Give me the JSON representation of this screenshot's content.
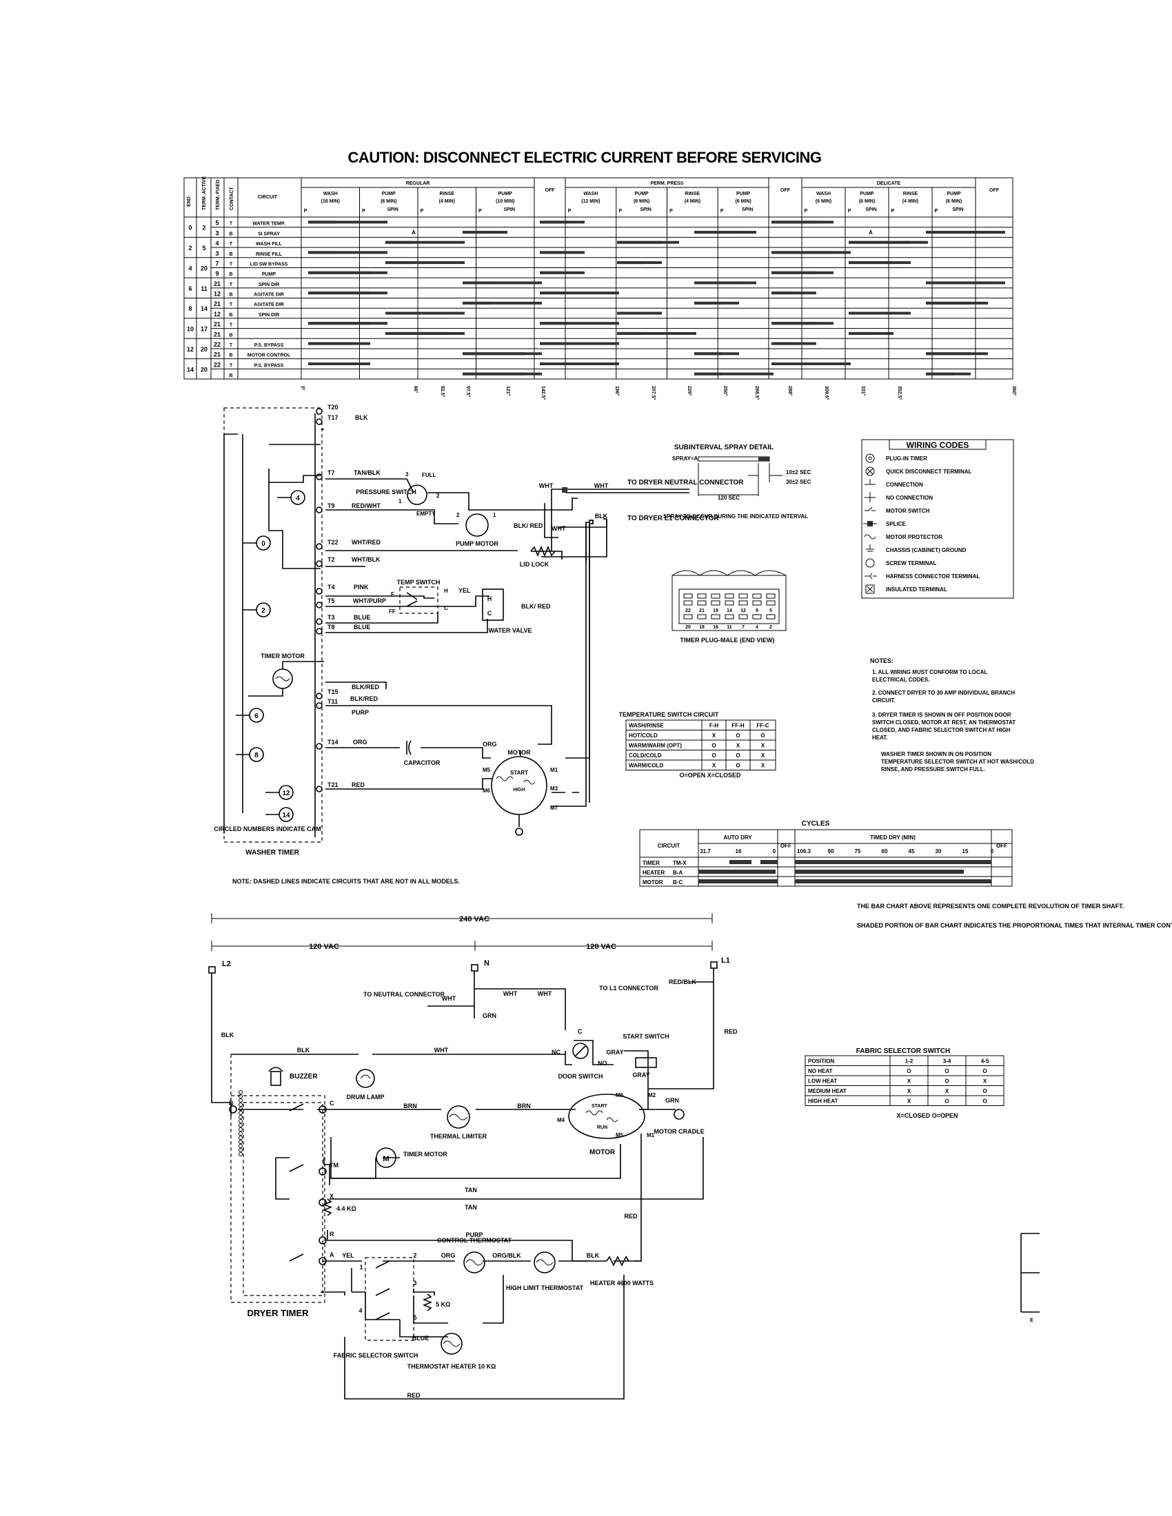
{
  "caution": "CAUTION: DISCONNECT ELECTRIC CURRENT BEFORE SERVICING",
  "washer_chart": {
    "col_headers": [
      "END",
      "TERM. ACTIVE",
      "TERM. FIXED",
      "CONTACT",
      "CIRCUIT"
    ],
    "cycles": [
      {
        "name": "REGULAR",
        "segments": [
          [
            "WASH",
            "(16 MIN)"
          ],
          [
            "PUMP",
            "(6 MIN)",
            "SPIN"
          ],
          [
            "RINSE",
            "(4 MIN)"
          ],
          [
            "PUMP",
            "(10 MIN)",
            "SPIN"
          ]
        ]
      },
      {
        "name": "OFF"
      },
      {
        "name": "PERM. PRESS",
        "segments": [
          [
            "WASH",
            "(12 MIN)"
          ],
          [
            "PUMP",
            "(6 MIN)",
            "SPIN"
          ],
          [
            "RINSE",
            "(4 MIN)"
          ],
          [
            "PUMP",
            "(6 MIN)",
            "SPIN"
          ]
        ]
      },
      {
        "name": "OFF"
      },
      {
        "name": "DELICATE",
        "segments": [
          [
            "WASH",
            "(6 MIN)"
          ],
          [
            "PUMP",
            "(6 MIN)",
            "SPIN"
          ],
          [
            "RINSE",
            "(4 MIN)"
          ],
          [
            "PUMP",
            "(6 MIN)",
            "SPIN"
          ]
        ]
      },
      {
        "name": "OFF"
      }
    ],
    "rows": [
      {
        "end": "0",
        "active": "2",
        "fixed": "5",
        "contact": "T",
        "circuit": "WATER TEMP."
      },
      {
        "end": "",
        "active": "",
        "fixed": "3",
        "contact": "B",
        "circuit": "SI SPRAY"
      },
      {
        "end": "2",
        "active": "5",
        "fixed": "4",
        "contact": "T",
        "circuit": "WASH FILL"
      },
      {
        "end": "",
        "active": "",
        "fixed": "3",
        "contact": "B",
        "circuit": "RINSE FILL"
      },
      {
        "end": "4",
        "active": "20",
        "fixed": "7",
        "contact": "T",
        "circuit": "LID SW BYPASS"
      },
      {
        "end": "",
        "active": "",
        "fixed": "9",
        "contact": "B",
        "circuit": "PUMP"
      },
      {
        "end": "6",
        "active": "11",
        "fixed": "21",
        "contact": "T",
        "circuit": "SPIN DIR"
      },
      {
        "end": "",
        "active": "",
        "fixed": "12",
        "contact": "B",
        "circuit": "AGITATE DIR"
      },
      {
        "end": "8",
        "active": "14",
        "fixed": "21",
        "contact": "T",
        "circuit": "AGITATE DIR"
      },
      {
        "end": "",
        "active": "",
        "fixed": "12",
        "contact": "B",
        "circuit": "SPIN DIR"
      },
      {
        "end": "10",
        "active": "17",
        "fixed": "21",
        "contact": "T",
        "circuit": ""
      },
      {
        "end": "",
        "active": "",
        "fixed": "21",
        "contact": "B",
        "circuit": ""
      },
      {
        "end": "12",
        "active": "20",
        "fixed": "22",
        "contact": "T",
        "circuit": "P.S. BYPASS"
      },
      {
        "end": "",
        "active": "",
        "fixed": "21",
        "contact": "B",
        "circuit": "MOTOR CONTROL"
      },
      {
        "end": "14",
        "active": "20",
        "fixed": "22",
        "contact": "T",
        "circuit": "P.S. BYPASS"
      },
      {
        "end": "",
        "active": "",
        "fixed": "",
        "contact": "B",
        "circuit": ""
      }
    ],
    "degree_marks": [
      "0°",
      "66°",
      "82.5°",
      "97.5°",
      "121°",
      "142.5°",
      "186°",
      "207.5°",
      "229°",
      "250°",
      "268.5°",
      "288°",
      "309.5°",
      "331°",
      "352.5°",
      "360°"
    ],
    "spray_marker": "A"
  },
  "washer_schematic": {
    "terminals": [
      "T20",
      "T17",
      "T7",
      "T9",
      "T22",
      "T2",
      "T4",
      "T5",
      "T3",
      "T8",
      "T15",
      "T11",
      "T14",
      "T21"
    ],
    "wires": [
      "BLK",
      "TAN/BLK",
      "RED/WHT",
      "WHT/RED",
      "WHT/BLK",
      "PINK",
      "WHT/PURP",
      "BLUE",
      "BLUE",
      "BLK/RED",
      "BLK/RED",
      "PURP",
      "ORG",
      "RED",
      "WHT",
      "WHT",
      "BLK",
      "BLK/ RED",
      "WHT",
      "YEL",
      "BLK/ RED",
      "ORG"
    ],
    "cams": [
      "4",
      "0",
      "2",
      "6",
      "8",
      "12",
      "14"
    ],
    "pressure_switch": "PRESSURE SWITCH",
    "full": "FULL",
    "empty": "EMPTY",
    "pump_motor": "PUMP MOTOR",
    "lid_lock": "LID LOCK",
    "temp_switch": "TEMP SWITCH",
    "water_valve": "WATER VALVE",
    "timer_motor": "TIMER MOTOR",
    "capacitor": "CAPACITOR",
    "motor": "MOTOR",
    "start": "START",
    "high": "HIGH",
    "motor_pins": [
      "M5",
      "M6",
      "M1",
      "M3",
      "M7"
    ],
    "cam_note": "CIRCLED NUMBERS INDICATE CAM",
    "washer_timer": "WASHER TIMER",
    "to_neutral": "TO DRYER NEUTRAL CONNECTOR",
    "to_l1": "TO DRYER L1 CONNECTOR",
    "dashed_note": "NOTE: DASHED LINES INDICATE CIRCUITS THAT ARE NOT IN ALL MODELS."
  },
  "spray_detail": {
    "title": "SUBINTERVAL SPRAY DETAIL",
    "spray_label": "SPRAY=A",
    "on_time": "10±2 SEC",
    "off_time": "30±2 SEC",
    "interval": "120 SEC",
    "caption": "SPRAY TO OCCUR DURING THE INDICATED INTERVAL"
  },
  "timer_plug": {
    "caption": "TIMER PLUG-MALE (END VIEW)",
    "top_row": [
      "22",
      "21",
      "19",
      "14",
      "12",
      "9",
      "5"
    ],
    "bottom_row": [
      "20",
      "18",
      "16",
      "11",
      "7",
      "4",
      "2"
    ]
  },
  "wiring_codes": {
    "title": "WIRING CODES",
    "items": [
      "PLUG-IN TIMER",
      "QUICK DISCONNECT TERMINAL",
      "CONNECTION",
      "NO CONNECTION",
      "MOTOR SWITCH",
      "SPLICE",
      "MOTOR PROTECTOR",
      "CHASSIS (CABINET) GROUND",
      "SCREW TERMINAL",
      "HARNESS CONNECTOR TERMINAL",
      "INSULATED TERMINAL"
    ]
  },
  "notes": {
    "title": "NOTES:",
    "items": [
      "1. ALL WIRING MUST CONFORM TO LOCAL ELECTRICAL CODES.",
      "2. CONNECT DRYER TO 30 AMP INDIVIDUAL BRANCH CIRCUIT.",
      "3. DRYER TIMER IS SHOWN IN OFF POSITION DOOR SWITCH CLOSED, MOTOR AT REST, AN THERMOSTAT CLOSED, AND FABRIC SELECTOR SWITCH AT HIGH HEAT.",
      "WASHER TIMER SHOWN IN ON POSITION TEMPERATURE SELECTOR SWITCH AT HOT WASH/COLD RINSE, AND PRESSURE SWITCH FULL."
    ]
  },
  "temp_switch_table": {
    "title": "TEMPERATURE SWITCH CIRCUIT",
    "headers": [
      "WASH/RINSE",
      "F-H",
      "FF-H",
      "FF-C"
    ],
    "rows": [
      [
        "HOT/COLD",
        "X",
        "O",
        "O"
      ],
      [
        "WARM/WARM (OPT)",
        "O",
        "X",
        "X"
      ],
      [
        "COLD/COLD",
        "O",
        "O",
        "X"
      ],
      [
        "WARM/COLD",
        "X",
        "O",
        "X"
      ]
    ],
    "legend": "O=OPEN    X=CLOSED"
  },
  "dryer_cycles": {
    "title": "CYCLES",
    "circuit_label": "CIRCUIT",
    "auto_dry": "AUTO DRY",
    "auto_marks": [
      "31.7",
      "16",
      "0"
    ],
    "off": "OFF",
    "timed_dry": "TIMED DRY (MIN)",
    "timed_marks": [
      "106.3",
      "90",
      "75",
      "60",
      "45",
      "30",
      "15",
      "0"
    ],
    "rows": [
      [
        "TIMER",
        "TM-X"
      ],
      [
        "HEATER",
        "B-A"
      ],
      [
        "MOTOR",
        "B-C"
      ]
    ],
    "note1": "THE BAR CHART ABOVE REPRESENTS ONE COMPLETE REVOLUTION OF TIMER SHAFT.",
    "note2": "SHADED PORTION OF BAR CHART INDICATES THE PROPORTIONAL TIMES THAT INTERNAL TIMER CONTACTS ARE CLOSED."
  },
  "fabric_table": {
    "title": "FABRIC SELECTOR SWITCH",
    "headers": [
      "POSITION",
      "1-2",
      "3-4",
      "4-5"
    ],
    "rows": [
      [
        "NO HEAT",
        "O",
        "O",
        "O"
      ],
      [
        "LOW HEAT",
        "X",
        "O",
        "X"
      ],
      [
        "MEDIUM HEAT",
        "X",
        "X",
        "O"
      ],
      [
        "HIGH HEAT",
        "X",
        "O",
        "O"
      ]
    ],
    "legend": "X=CLOSED      O=OPEN"
  },
  "dryer_schematic": {
    "v240": "240 VAC",
    "v120": "120 VAC",
    "l2": "L2",
    "l1": "L1",
    "n": "N",
    "to_neutral": "TO NEUTRAL CONNECTOR",
    "to_l1": "TO L1 CONNECTOR",
    "wires": [
      "WHT",
      "WHT",
      "WHT",
      "GRN",
      "RED/BLK",
      "RED",
      "BLK",
      "BLK",
      "WHT",
      "GRAY",
      "GRAY",
      "BRN",
      "BRN",
      "TAN",
      "TAN",
      "PURP",
      "RED",
      "YEL",
      "ORG",
      "ORG/BLK",
      "BLK",
      "BLUE",
      "RED",
      "GRN"
    ],
    "buzzer": "BUZZER",
    "drum_lamp": "DRUM LAMP",
    "door_switch": "DOOR SWITCH",
    "start_switch": "START SWITCH",
    "nc": "NC",
    "no": "NO",
    "c": "C",
    "thermal_limiter": "THERMAL LIMITER",
    "timer_motor": "TIMER MOTOR",
    "motor": "MOTOR",
    "motor_cradle": "MOTOR CRADLE",
    "motor_pins": [
      "M6",
      "M2",
      "M4",
      "M5",
      "M1"
    ],
    "start": "START",
    "run": "RUN",
    "resistor_4k": "4.4 KΩ",
    "resistor_5k": "5 KΩ",
    "control_thermostat": "CONTROL THERMOSTAT",
    "high_limit": "HIGH LIMIT THERMOSTAT",
    "heater": "HEATER 4600 WATTS",
    "fabric_selector": "FABRIC SELECTOR SWITCH",
    "thermostat_heater": "THERMOSTAT HEATER 10 KΩ",
    "dryer_timer": "DRYER TIMER",
    "timer_terms": [
      "B",
      "C",
      "TM",
      "X",
      "R",
      "A"
    ],
    "switch_pins": [
      "1",
      "2",
      "3",
      "4",
      "5"
    ]
  },
  "page_letter": "E"
}
